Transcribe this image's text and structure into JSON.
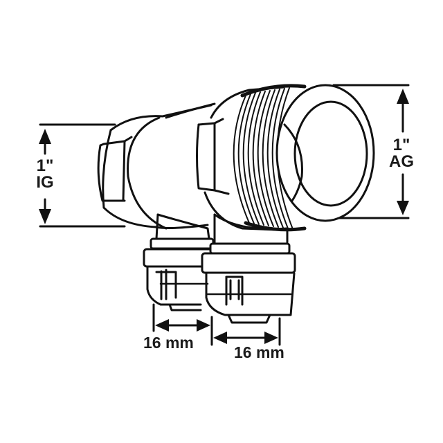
{
  "diagram": {
    "subject": "T-fitting, threaded male outlet with two push-fit compression ports",
    "line_color": "#111111",
    "background": "#ffffff"
  },
  "dimensions": {
    "left_thread": {
      "size": "1\"",
      "type": "IG"
    },
    "right_thread": {
      "size": "1\"",
      "type": "AG"
    },
    "port_a": {
      "value": "16 mm"
    },
    "port_b": {
      "value": "16 mm"
    }
  }
}
